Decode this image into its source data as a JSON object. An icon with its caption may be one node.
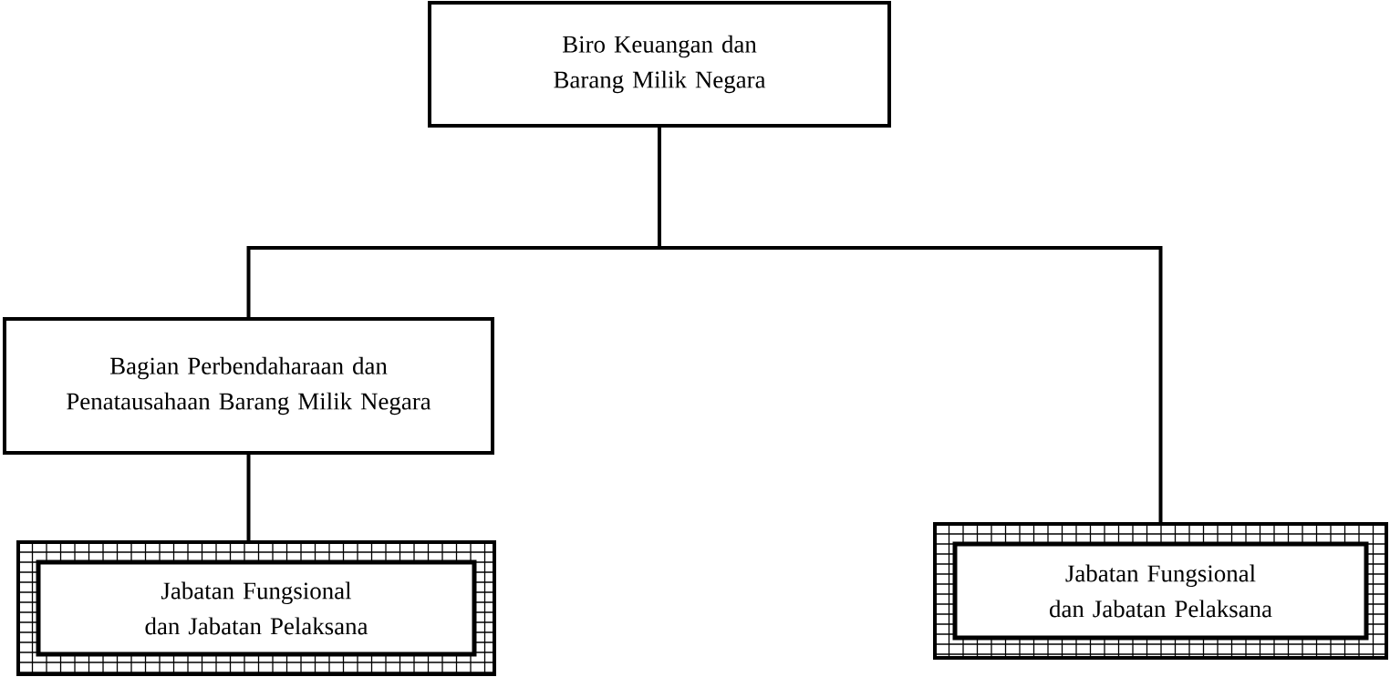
{
  "diagram": {
    "nodes": [
      {
        "text": [
          "Biro Keuangan dan Barang Milik Negara"
        ]
      },
      {
        "text": [
          "Bagian Perbendaharaan dan Penatausahaan Barang Milik Negara"
        ]
      },
      {
        "text": [
          "Jabatan Fungsional dan Jabatan Pelaksana"
        ]
      },
      {
        "text": [
          "Jabatan Fungsional dan Jabatan Pelaksana"
        ]
      }
    ],
    "edges": [
      {
        "from": 0,
        "to": 1,
        "arrow": "none"
      },
      {
        "from": 0,
        "to": 3,
        "arrow": "none"
      },
      {
        "from": 1,
        "to": 2,
        "arrow": "none"
      }
    ]
  }
}
